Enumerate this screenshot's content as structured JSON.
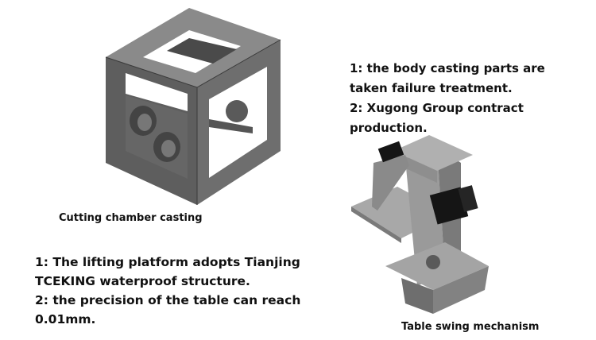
{
  "chamber": {
    "caption": "Cutting chamber casting",
    "colors": {
      "top": "#8a8a8a",
      "left": "#5c5c5c",
      "right": "#6c6c6c",
      "inner": "#4a4a4a",
      "hole": "#ffffff"
    }
  },
  "body_notes": [
    "1: the body casting parts are",
    "taken failure treatment.",
    "2: Xugong Group contract",
    "production."
  ],
  "platform_notes": [
    "1: The lifting platform adopts Tianjing",
    "TCEKING waterproof structure.",
    "2: the precision of the table can reach",
    "0.01mm."
  ],
  "swing": {
    "caption": "Table swing mechanism",
    "colors": {
      "body": "#9a9a9a",
      "dark": "#6e6e6e",
      "motor": "#151515"
    }
  }
}
